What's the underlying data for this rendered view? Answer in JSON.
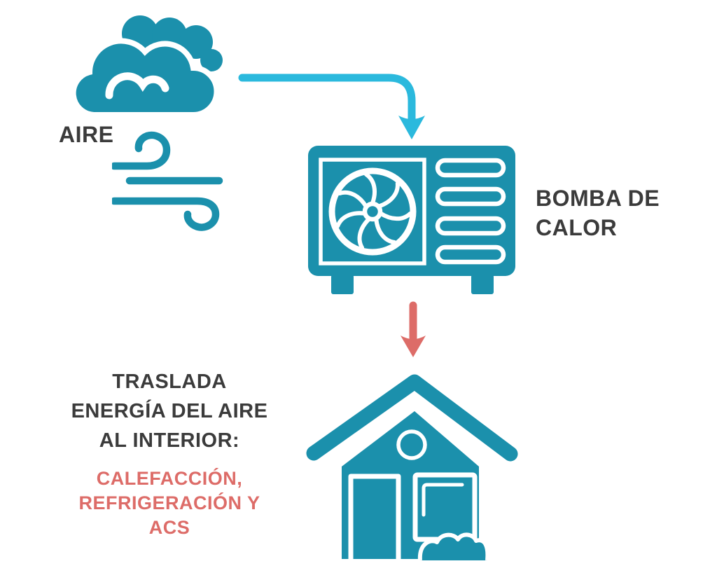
{
  "colors": {
    "bg": "#ffffff",
    "white": "#ffffff",
    "teal": "#1b90ac",
    "cyan": "#2bb9dd",
    "coral": "#dd6c68",
    "ink": "#3b3b3b"
  },
  "labels": {
    "air": "AIRE",
    "heat_pump": {
      "line1": "BOMBA DE",
      "line2": "CALOR"
    },
    "description": {
      "line1": "TRASLADA",
      "line2": "ENERGÍA DEL AIRE",
      "line3": "AL INTERIOR:"
    },
    "services": {
      "line1": "CALEFACCIÓN,",
      "line2": "REFRIGERACIÓN Y",
      "line3": "ACS"
    }
  },
  "icons": {
    "cloud": "cloud",
    "wind": "wind-gust",
    "flow_arrow_air_to_pump": "curved-arrow-right-down",
    "heat_pump_unit": "outdoor-unit-fan-and-grille",
    "transfer_arrow_pump_to_house": "arrow-down",
    "house": "house-with-door-window-bush"
  }
}
